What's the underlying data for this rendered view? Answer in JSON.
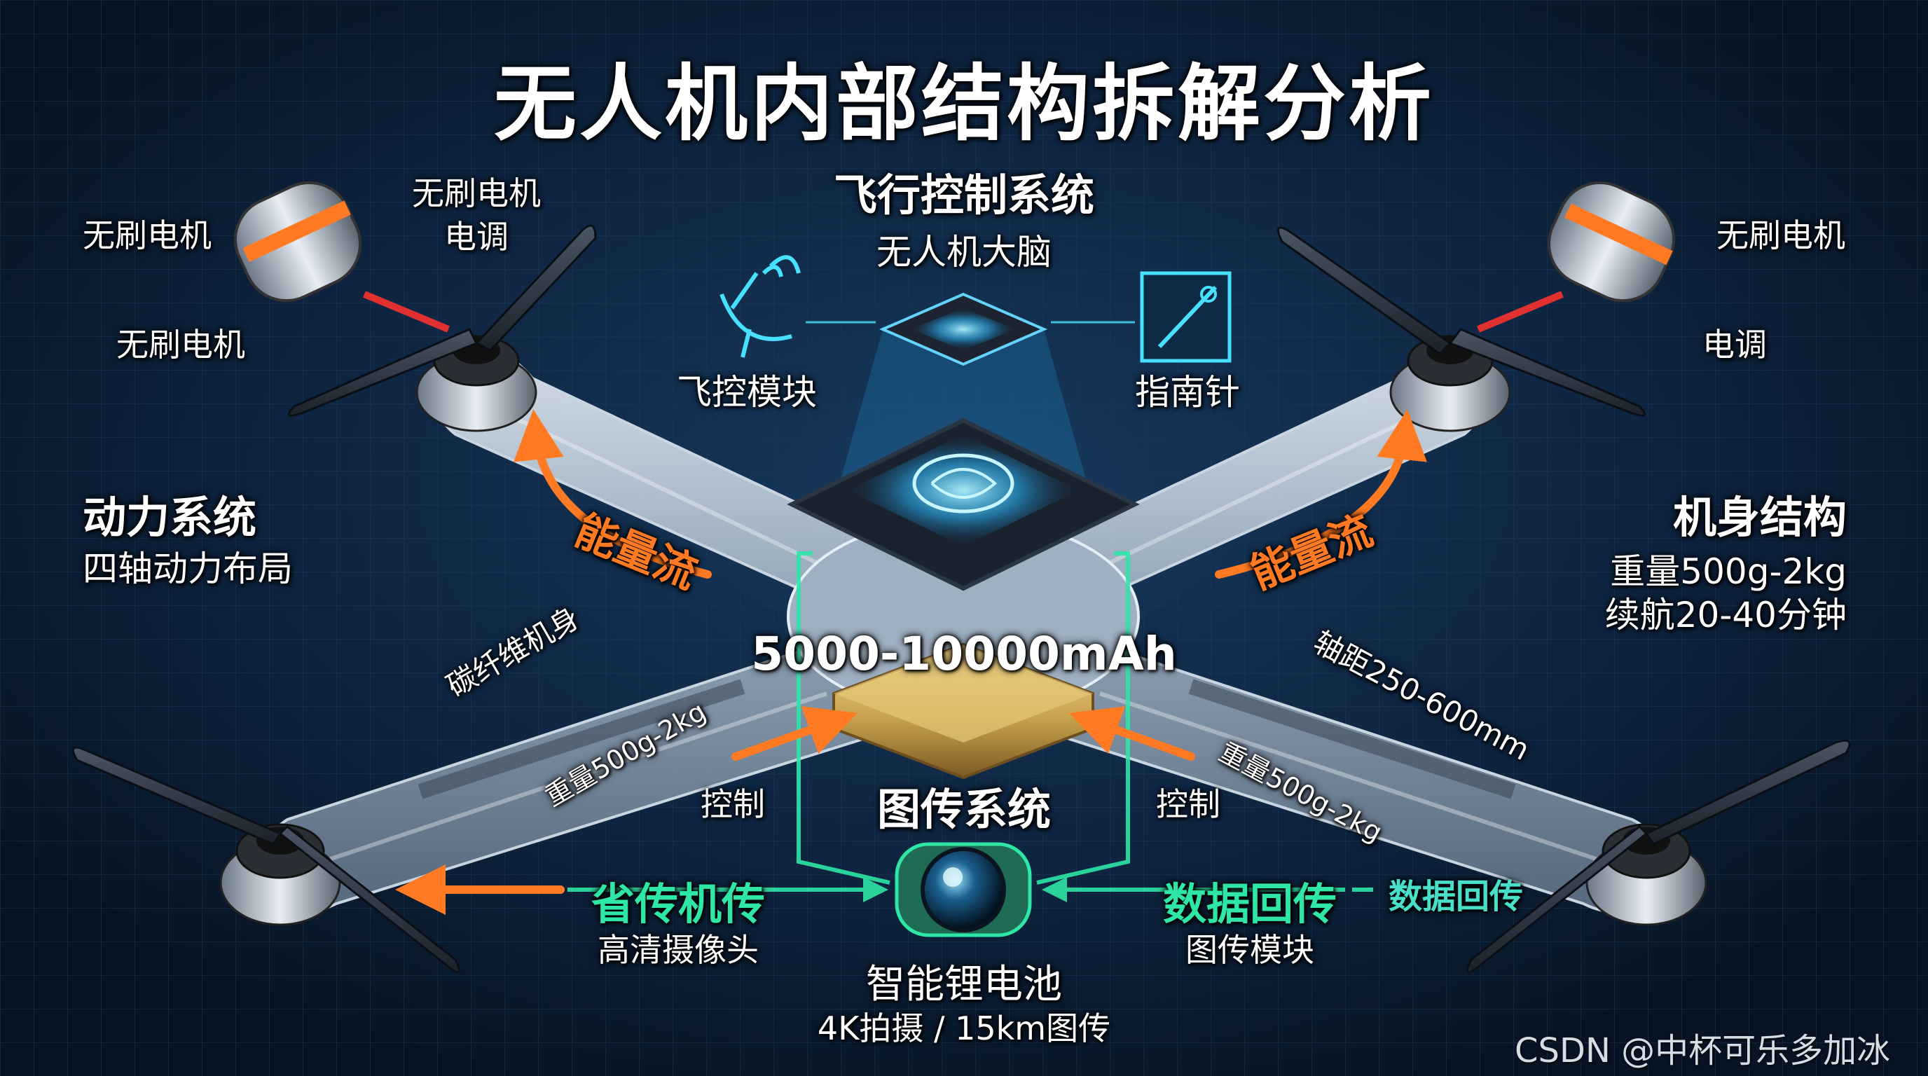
{
  "title": "无人机内部结构拆解分析",
  "flight_control": {
    "name": "飞行控制系统",
    "subtitle": "无人机大脑"
  },
  "modules": {
    "flight_module": "飞控模块",
    "compass": "指南针"
  },
  "top_left": {
    "motor_a": "无刷电机",
    "motor_esc_line1": "无刷电机",
    "motor_esc_line2": "电调",
    "motor_b": "无刷电机"
  },
  "top_right": {
    "motor": "无刷电机",
    "esc": "电调"
  },
  "power_system": {
    "name": "动力系统",
    "subtitle": "四轴动力布局"
  },
  "airframe": {
    "name": "机身结构",
    "weight": "重量500g-2kg",
    "endurance": "续航20-40分钟"
  },
  "energy_flow_label": "能量流",
  "arm_labels": {
    "carbon": "碳纤维机身",
    "wheelbase": "轴距250-600mm",
    "weight_left": "重量500g-2kg",
    "weight_right": "重量500g-2kg"
  },
  "battery": {
    "capacity": "5000-10000mAh",
    "name": "智能锂电池",
    "spec": "4K拍摄 / 15km图传"
  },
  "video_system": {
    "name": "图传系统"
  },
  "control_label": "控制",
  "camera_link": {
    "name": "省传机传",
    "subtitle": "高清摄像头"
  },
  "data_link": {
    "name": "数据回传",
    "subtitle": "图传模块",
    "side": "数据回传"
  },
  "watermark": "CSDN @中杯可乐多加冰",
  "colors": {
    "background": "#0b1a2c",
    "accent_orange": "#ff7a22",
    "accent_green": "#2ee6a6",
    "glow_cyan": "#3fd8ff",
    "arm_silver": "#b9c6d4",
    "battery_gold": "#c9a24e"
  },
  "icons": [
    "satellite-dish-icon",
    "compass-needle-icon",
    "brain-chip-icon",
    "camera-lens-icon",
    "motor-icon",
    "propeller-icon"
  ]
}
